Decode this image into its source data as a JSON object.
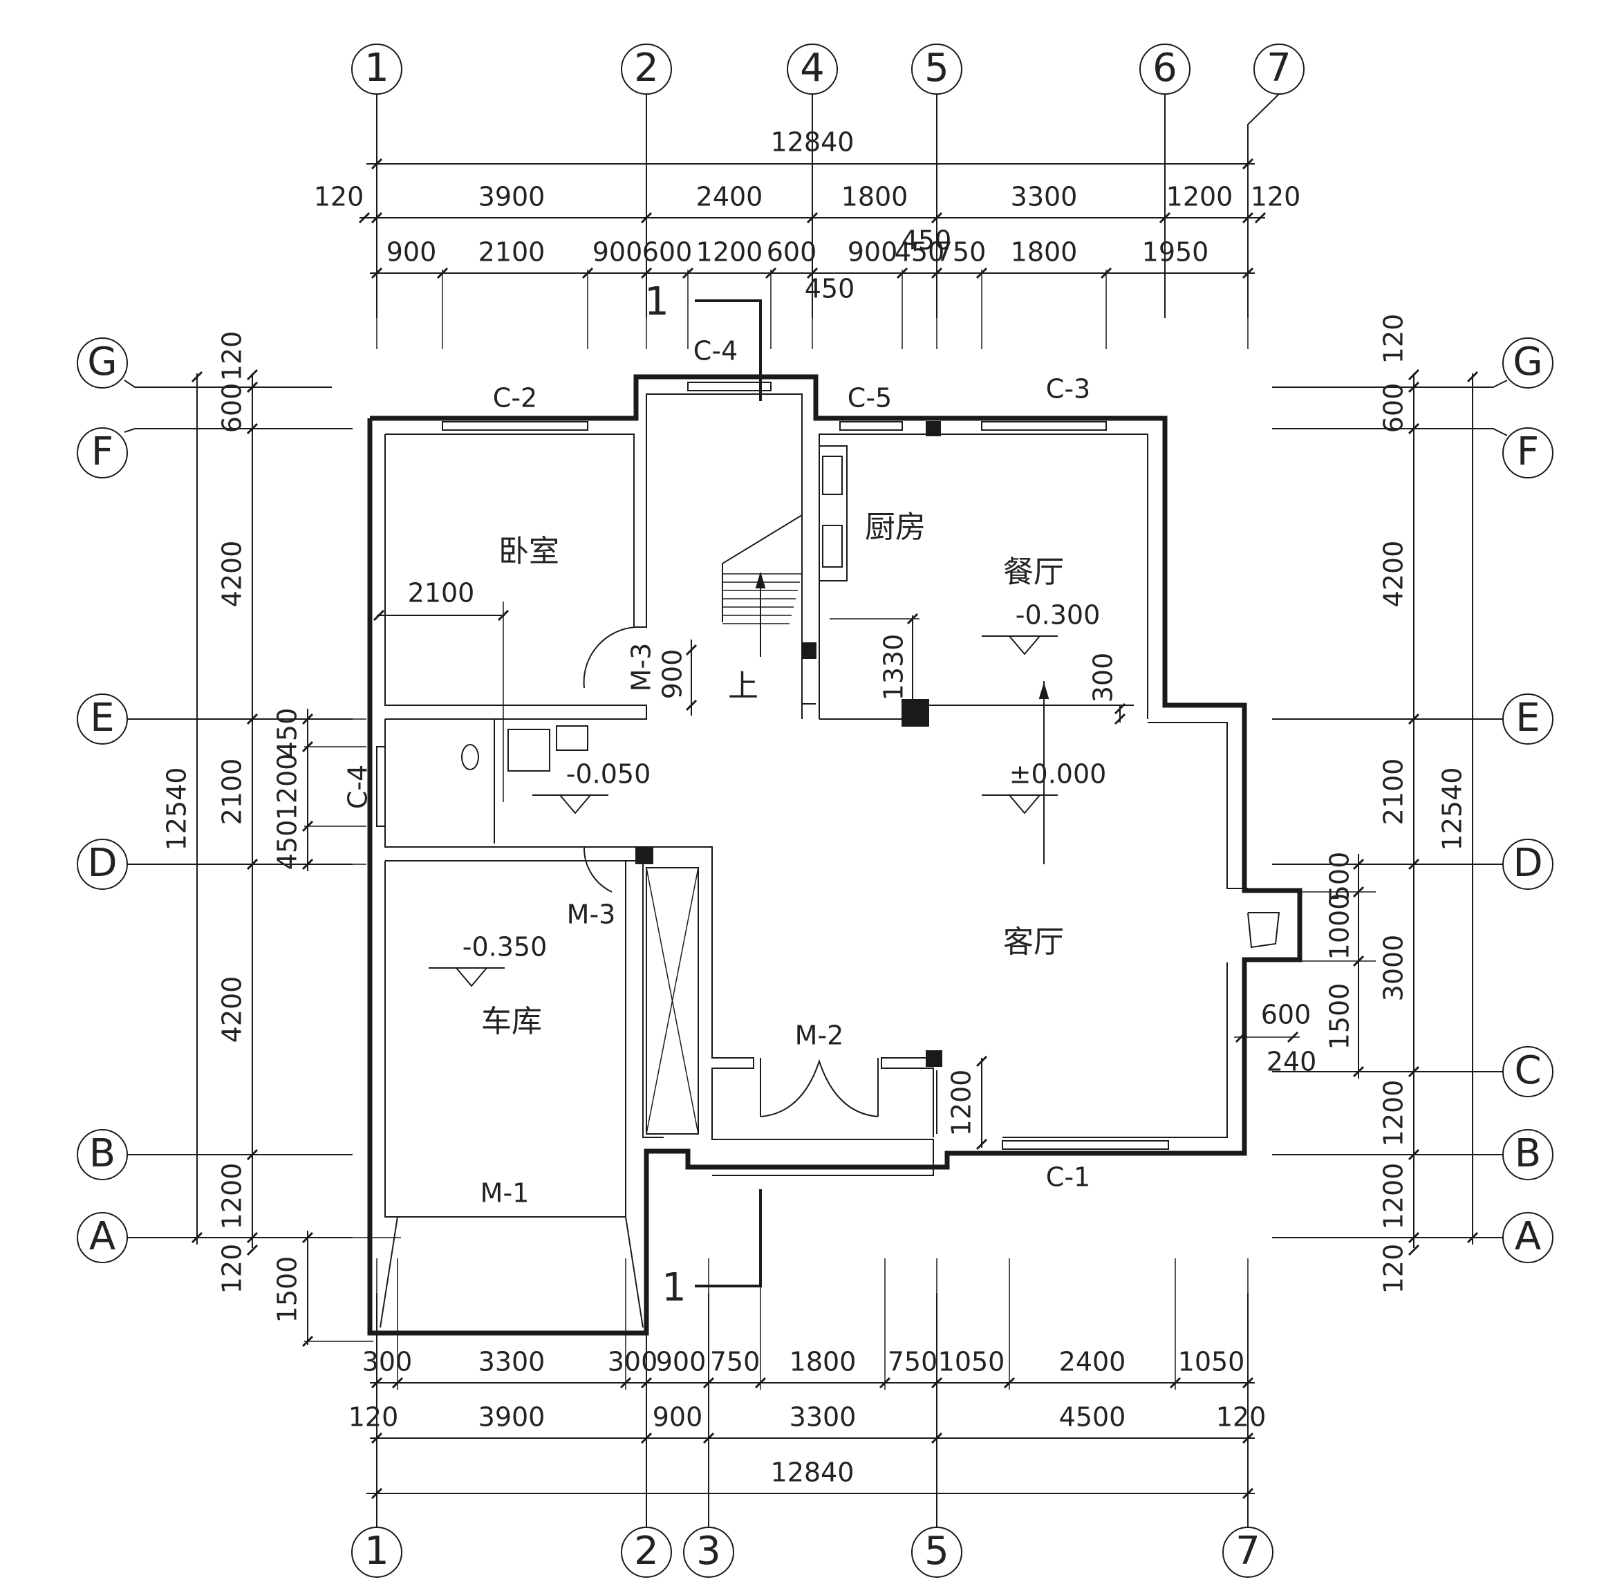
{
  "axes_top": [
    "1",
    "2",
    "4",
    "5",
    "6",
    "7"
  ],
  "axes_bottom": [
    "1",
    "2",
    "3",
    "5",
    "7"
  ],
  "axes_rows": [
    "G",
    "F",
    "E",
    "D",
    "C",
    "B",
    "A"
  ],
  "rooms": {
    "bedroom": "卧室",
    "kitchen": "厨房",
    "dining": "餐厅",
    "living": "客厅",
    "garage": "车库",
    "stair_up": "上"
  },
  "elevations": {
    "dining": "-0.300",
    "living": "±0.000",
    "bath": "-0.050",
    "garage": "-0.350"
  },
  "openings": {
    "c1": "C-1",
    "c2": "C-2",
    "c3": "C-3",
    "c4_top": "C-4",
    "c4_left": "C-4",
    "c5": "C-5",
    "m1": "M-1",
    "m2": "M-2",
    "m3_upper": "M-3",
    "m3_lower": "M-3"
  },
  "section": {
    "top": "1",
    "bottom": "1"
  },
  "dims_top": {
    "total": "12840",
    "row2": [
      "120",
      "3900",
      "2400",
      "1800",
      "3300",
      "1200",
      "120"
    ],
    "row3": [
      "900",
      "2100",
      "900",
      "600",
      "1200",
      "600",
      "900",
      "450",
      "750",
      "1800",
      "1950"
    ],
    "extra": "450"
  },
  "dims_bottom": {
    "row1": [
      "300",
      "3300",
      "300",
      "900",
      "750",
      "1800",
      "750",
      "1050",
      "2400",
      "1050"
    ],
    "row2": [
      "120",
      "3900",
      "900",
      "3300",
      "4500",
      "120"
    ],
    "total": "12840"
  },
  "dims_left": {
    "total": "12540",
    "row2": [
      "120",
      "600",
      "4200",
      "2100",
      "4200",
      "1200",
      "120"
    ],
    "window": [
      "450",
      "1200",
      "450"
    ],
    "porch": "1500"
  },
  "dims_right": {
    "total": "12540",
    "row2": [
      "120",
      "600",
      "4200",
      "2100",
      "3000",
      "1200",
      "1200",
      "120"
    ],
    "row3": [
      "500",
      "1000",
      "1500"
    ],
    "fireplace_w": "600",
    "fireplace_d": "240"
  },
  "dims_inner": {
    "bedroom_w": "2100",
    "door_900": "900",
    "dining_1330": "1330",
    "dining_300": "300",
    "living_1200": "1200"
  }
}
